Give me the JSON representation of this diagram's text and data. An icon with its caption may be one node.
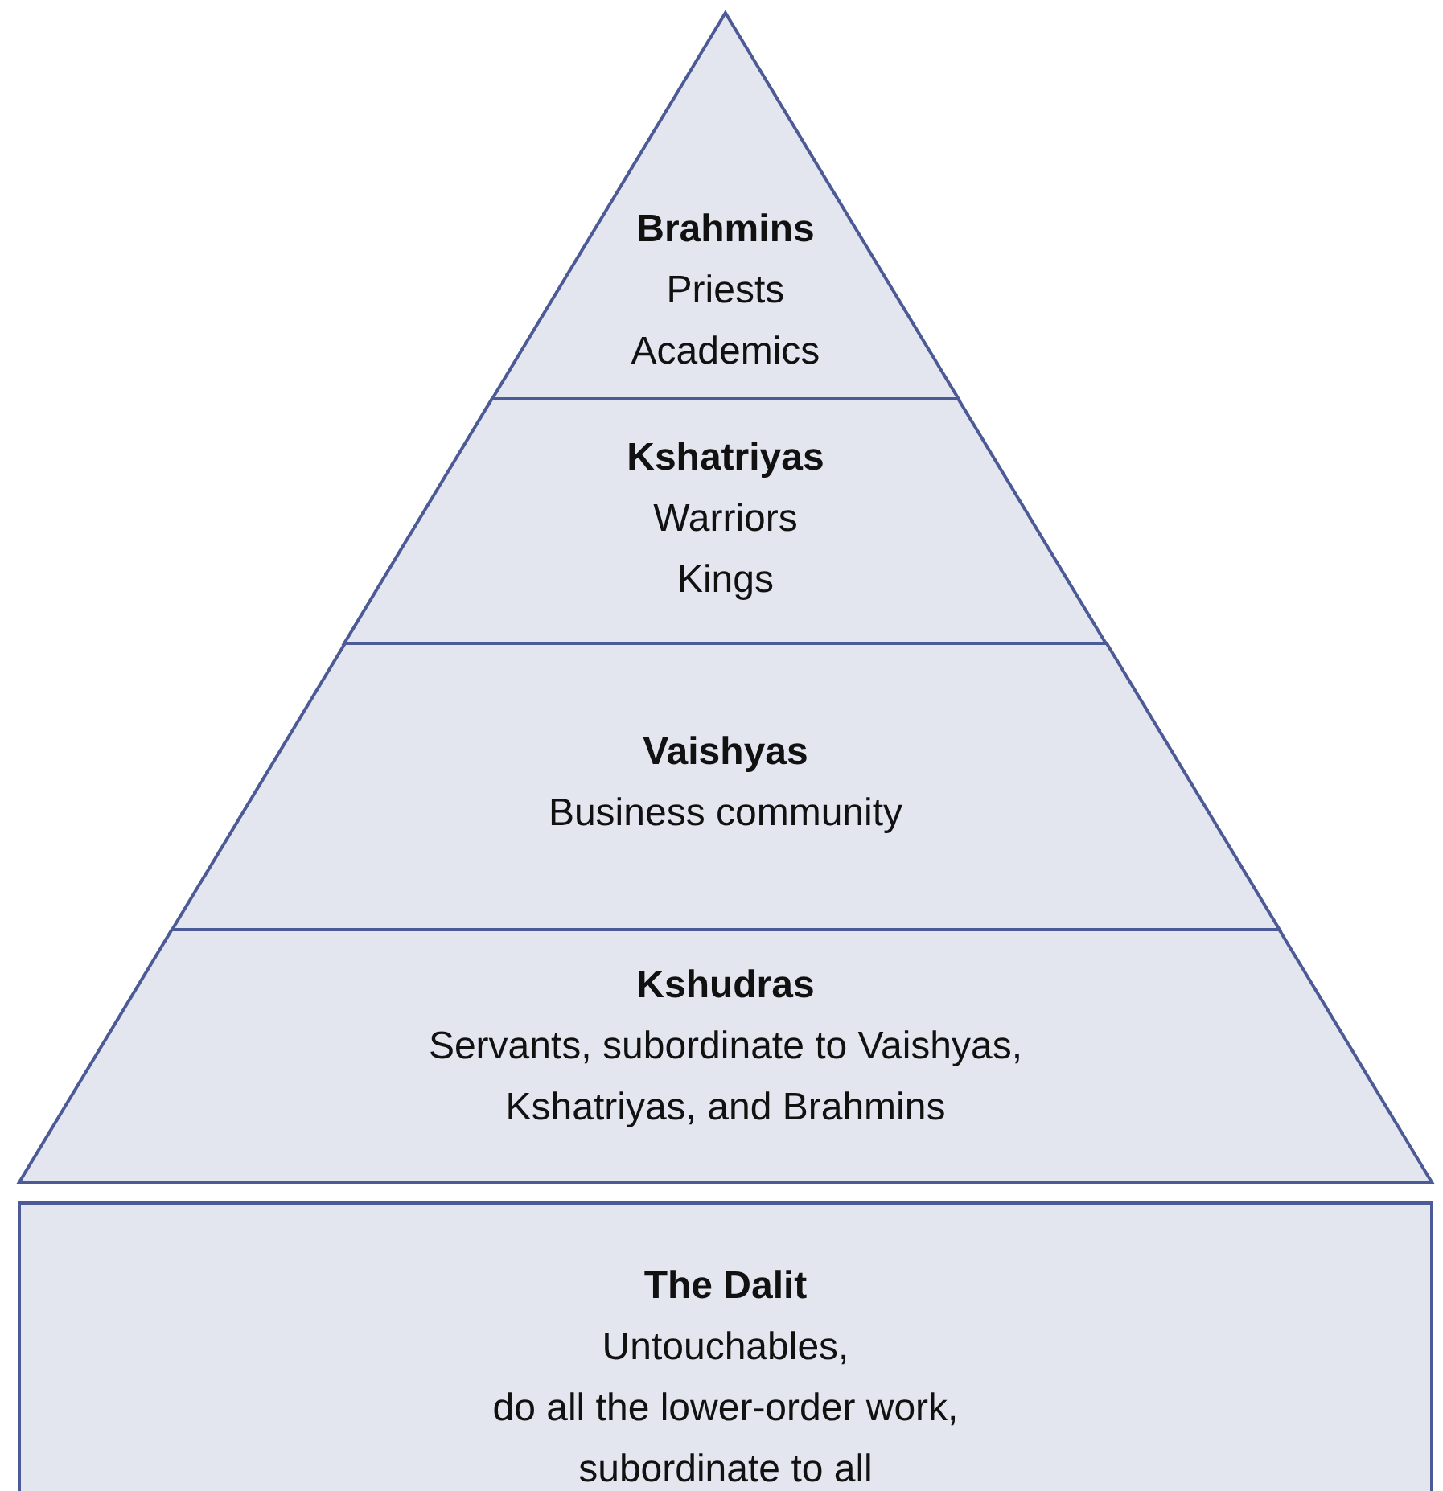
{
  "diagram": {
    "nodes": [
      {
        "text": [
          "Brahmins",
          "Priests",
          "Academics"
        ]
      },
      {
        "text": [
          "Kshatriyas",
          "Warriors",
          "Kings"
        ]
      },
      {
        "text": [
          "Vaishyas",
          "Business community"
        ]
      },
      {
        "text": [
          "Kshudras",
          "Servants, subordinate to Vaishyas,",
          "Kshatriyas, and Brahmins"
        ]
      },
      {
        "text": [
          "The Dalit",
          "Untouchables,",
          "do all the lower-order work,",
          "subordinate to all"
        ]
      }
    ]
  }
}
